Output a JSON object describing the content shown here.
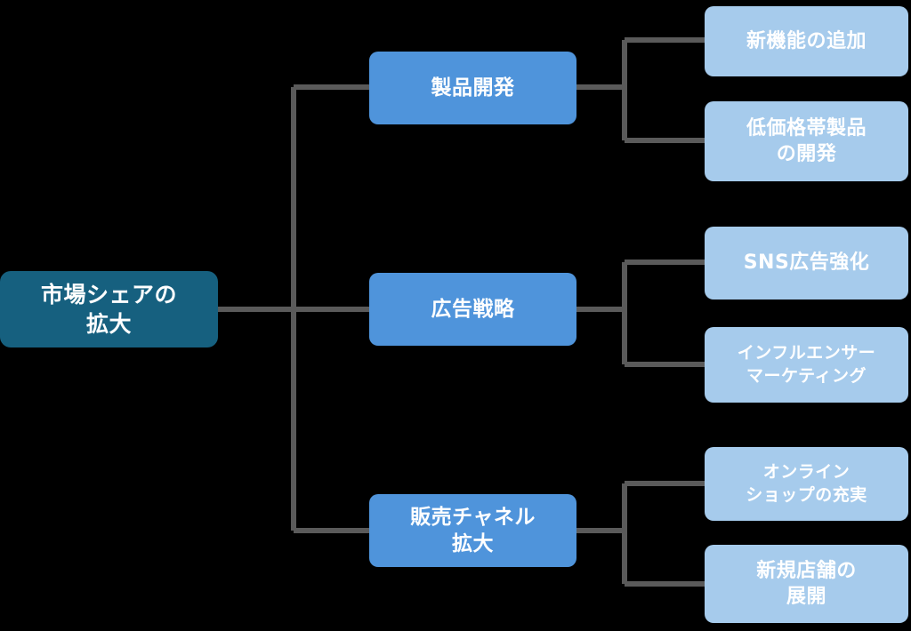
{
  "diagram": {
    "type": "tree-diagram",
    "orientation": "left-to-right",
    "background_color": "#000000",
    "connector_color": "#5A5A5A",
    "colors": {
      "root": "#16607F",
      "level2": "#4F94DB",
      "level3": "#A6CBEC",
      "text": "#FFFFFF"
    },
    "root": {
      "label": "市場シェアの\n拡大"
    },
    "branches": [
      {
        "label": "製品開発",
        "children": [
          {
            "label": "新機能の追加"
          },
          {
            "label": "低価格帯製品\nの開発"
          }
        ]
      },
      {
        "label": "広告戦略",
        "children": [
          {
            "label": "SNS広告強化"
          },
          {
            "label": "インフルエンサー\nマーケティング"
          }
        ]
      },
      {
        "label": "販売チャネル\n拡大",
        "children": [
          {
            "label": "オンライン\nショップの充実"
          },
          {
            "label": "新規店舗の\n展開"
          }
        ]
      }
    ]
  }
}
